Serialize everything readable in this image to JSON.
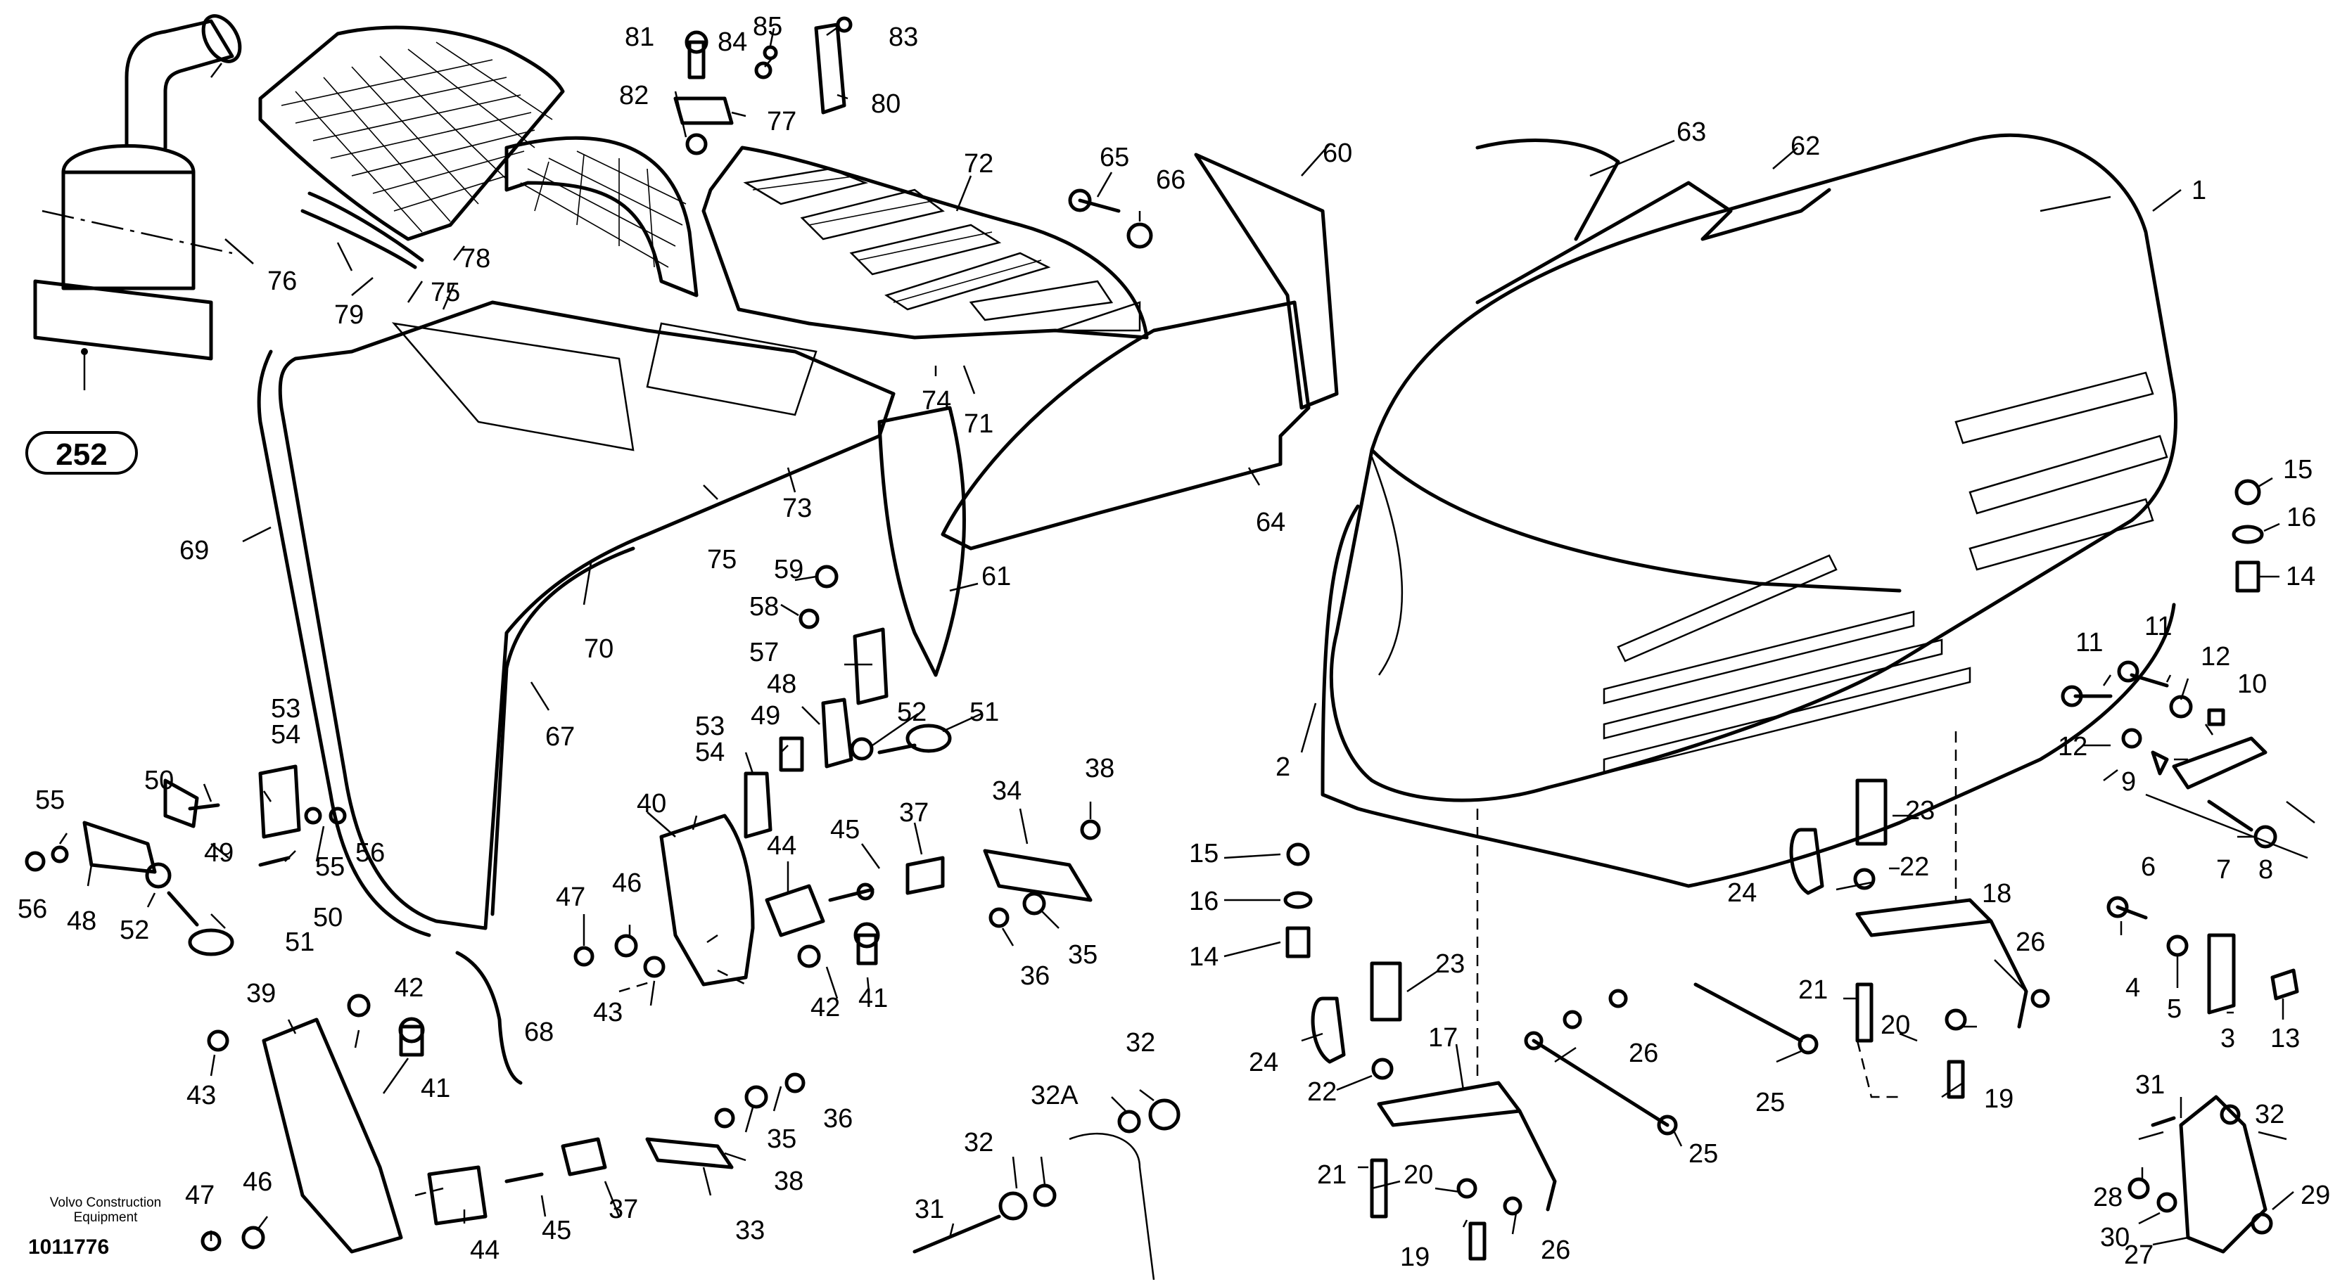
{
  "diagram": {
    "publisher_line1": "Volvo Construction",
    "publisher_line2": "Equipment",
    "document_number": "1011776",
    "reference_group": "252",
    "callouts": [
      "1",
      "2",
      "3",
      "4",
      "5",
      "6",
      "7",
      "8",
      "9",
      "10",
      "11",
      "12",
      "13",
      "14",
      "15",
      "16",
      "17",
      "18",
      "19",
      "20",
      "21",
      "22",
      "23",
      "24",
      "25",
      "26",
      "27",
      "28",
      "29",
      "30",
      "31",
      "32",
      "32A",
      "33",
      "34",
      "35",
      "36",
      "37",
      "38",
      "39",
      "40",
      "41",
      "42",
      "43",
      "44",
      "45",
      "46",
      "47",
      "48",
      "49",
      "50",
      "51",
      "52",
      "53",
      "54",
      "55",
      "56",
      "57",
      "58",
      "59",
      "60",
      "61",
      "62",
      "63",
      "64",
      "65",
      "66",
      "67",
      "68",
      "69",
      "70",
      "71",
      "72",
      "73",
      "74",
      "75",
      "76",
      "77",
      "78",
      "79",
      "80",
      "81",
      "82",
      "83",
      "84",
      "85"
    ]
  }
}
